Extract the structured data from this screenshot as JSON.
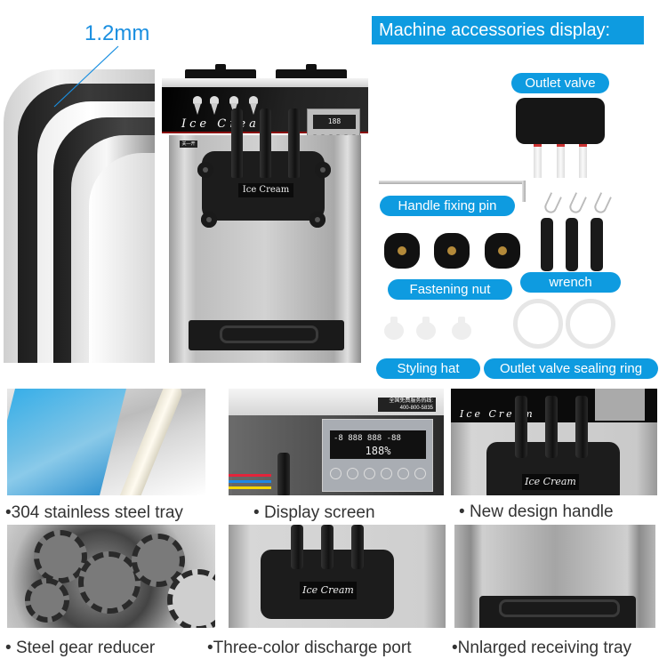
{
  "hero": {
    "thickness_label": "1.2mm",
    "machine": {
      "brand_script": "Ice Cream",
      "dispenser_label": "Ice Cream",
      "lcd_readout": "188",
      "switch_label": "关—开",
      "handle_count": 3
    }
  },
  "accessories": {
    "section_title": "Machine accessories display:",
    "items": [
      {
        "label": "Outlet valve",
        "icon": "outlet-valve"
      },
      {
        "label": "Handle fixing pin",
        "icon": "hex-key"
      },
      {
        "label": "Fastening nut",
        "icon": "star-knob-nut"
      },
      {
        "label": "wrench",
        "icon": "fork-wrench"
      },
      {
        "label": "Styling hat",
        "icon": "nozzle-cap"
      },
      {
        "label": "Outlet valve sealing ring",
        "icon": "o-ring"
      }
    ]
  },
  "features": [
    {
      "bullet": "•",
      "caption": "304 stainless steel tray",
      "image": "milk-pouring-into-tray"
    },
    {
      "bullet": "•",
      "caption": "Display screen",
      "image": "control-panel-closeup"
    },
    {
      "bullet": "•",
      "caption": "New design handle",
      "image": "three-handle-closeup"
    },
    {
      "bullet": "•",
      "caption": "Steel gear reducer",
      "image": "gear-assembly"
    },
    {
      "bullet": "•",
      "caption": "Three-color discharge port",
      "image": "dispenser-closeup"
    },
    {
      "bullet": "•",
      "caption": "Nnlarged receiving tray",
      "image": "drip-tray-closeup"
    }
  ],
  "display_panel": {
    "phone_label": "全国免费服务热线:",
    "phone_number": "400-800-5835",
    "lcd_line1": "-8 888 888 -88",
    "lcd_line2": "188%",
    "button_count": 6
  },
  "colors": {
    "accent_blue": "#0e9be0",
    "caption_gray": "#333333",
    "panel_black": "#111111"
  }
}
